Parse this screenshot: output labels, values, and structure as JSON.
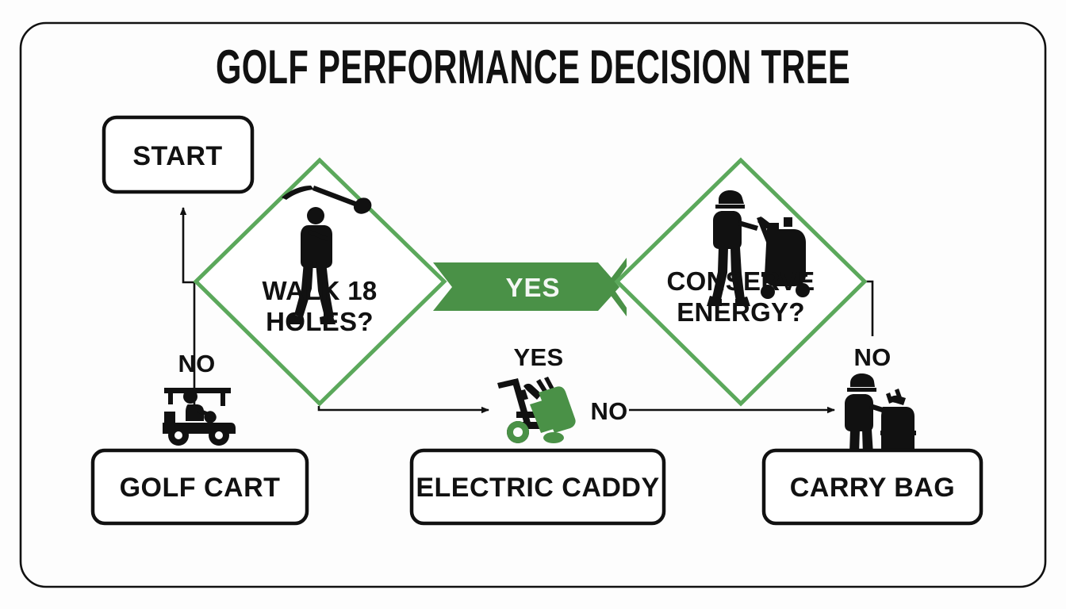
{
  "title": "GOLF PERFORMANCE DECISION TREE",
  "colors": {
    "green": "#4a9147",
    "green_border": "#5ba85b",
    "ink": "#111111",
    "background": "#fdfdfd",
    "banner_text": "#f4f7f4"
  },
  "nodes": {
    "start": {
      "label": "START",
      "shape": "rounded-rect"
    },
    "decision_walk": {
      "label_line1": "WALK 18",
      "label_line2": "HOLES?",
      "shape": "diamond",
      "icon": "golf-swing-icon"
    },
    "decision_conserve": {
      "label_line1": "CONSERVE",
      "label_line2": "ENERGY?",
      "shape": "diamond",
      "icon": "person-pushing-trolley-icon"
    },
    "outcome_cart": {
      "label": "GOLF CART",
      "shape": "rounded-rect",
      "icon": "golf-cart-icon"
    },
    "outcome_caddy": {
      "label": "ELECTRIC CADDY",
      "shape": "rounded-rect",
      "icon": "electric-caddy-icon"
    },
    "outcome_bag": {
      "label": "CARRY BAG",
      "shape": "rounded-rect",
      "icon": "person-carrying-bag-icon"
    }
  },
  "edges": {
    "walk_no": "NO",
    "walk_yes_banner": "YES",
    "conserve_yes": "YES",
    "conserve_no_mid": "NO",
    "conserve_no_right": "NO"
  },
  "chart_data": {
    "type": "flowchart",
    "title": "GOLF PERFORMANCE DECISION TREE",
    "nodes": [
      {
        "id": "start",
        "label": "START",
        "type": "terminal"
      },
      {
        "id": "walk18",
        "label": "WALK 18 HOLES?",
        "type": "decision"
      },
      {
        "id": "conserve",
        "label": "CONSERVE ENERGY?",
        "type": "decision"
      },
      {
        "id": "cart",
        "label": "GOLF CART",
        "type": "outcome"
      },
      {
        "id": "caddy",
        "label": "ELECTRIC CADDY",
        "type": "outcome"
      },
      {
        "id": "bag",
        "label": "CARRY BAG",
        "type": "outcome"
      }
    ],
    "links": [
      {
        "from": "walk18",
        "to": "start",
        "label": "NO"
      },
      {
        "from": "walk18",
        "to": "conserve",
        "label": "YES"
      },
      {
        "from": "walk18",
        "to": "caddy",
        "label": "YES"
      },
      {
        "from": "conserve",
        "to": "bag",
        "label": "NO"
      },
      {
        "from": "conserve",
        "to": "caddy",
        "label": "NO"
      }
    ]
  }
}
